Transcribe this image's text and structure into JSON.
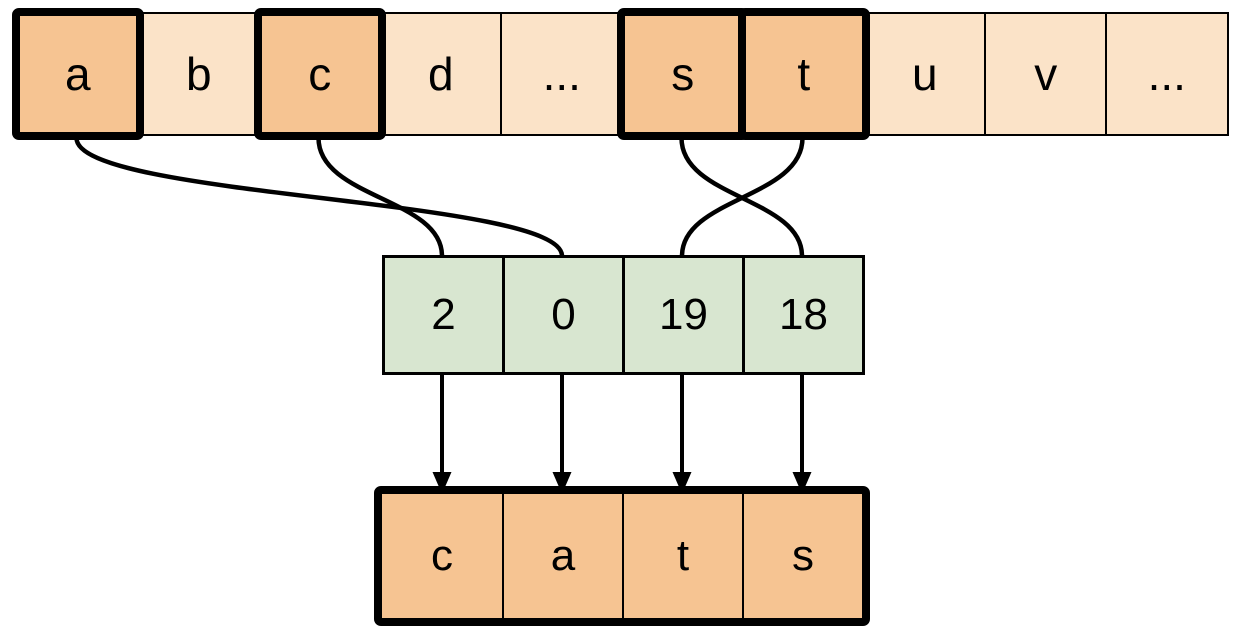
{
  "colors": {
    "cell_light": "#fbe3c8",
    "cell_highlight": "#f6c492",
    "cell_green": "#d8e6d0",
    "stroke": "#000000",
    "background": "#ffffff"
  },
  "alphabet_row": {
    "cells": [
      {
        "label": "a",
        "highlighted": true
      },
      {
        "label": "b",
        "highlighted": false
      },
      {
        "label": "c",
        "highlighted": true
      },
      {
        "label": "d",
        "highlighted": false
      },
      {
        "label": "...",
        "highlighted": false
      },
      {
        "label": "s",
        "highlighted": true
      },
      {
        "label": "t",
        "highlighted": true
      },
      {
        "label": "u",
        "highlighted": false
      },
      {
        "label": "v",
        "highlighted": false
      },
      {
        "label": "...",
        "highlighted": false
      }
    ]
  },
  "index_row": {
    "values": [
      "2",
      "0",
      "19",
      "18"
    ]
  },
  "output_row": {
    "letters": [
      "c",
      "a",
      "t",
      "s"
    ]
  },
  "mappings": [
    {
      "from_alphabet_cell": 0,
      "to_index_cell": 1
    },
    {
      "from_alphabet_cell": 2,
      "to_index_cell": 0
    },
    {
      "from_alphabet_cell": 5,
      "to_index_cell": 3
    },
    {
      "from_alphabet_cell": 6,
      "to_index_cell": 2
    }
  ],
  "arrows": [
    {
      "from_index_cell": 0,
      "to_output_cell": 0
    },
    {
      "from_index_cell": 1,
      "to_output_cell": 1
    },
    {
      "from_index_cell": 2,
      "to_output_cell": 2
    },
    {
      "from_index_cell": 3,
      "to_output_cell": 3
    }
  ]
}
